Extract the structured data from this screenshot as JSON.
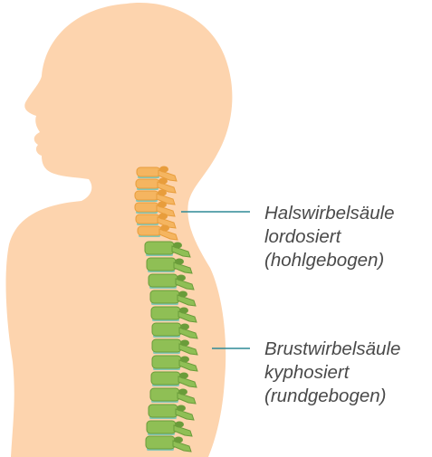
{
  "colors": {
    "background": "#ffffff",
    "skin": "#fdd4ae",
    "cervical_vertebrae": "#f5b560",
    "cervical_vertebrae_dark": "#e89d3c",
    "thoracic_vertebrae": "#8fbf55",
    "thoracic_vertebrae_dark": "#6a9c3a",
    "intervertebral_disc": "#6fc4b8",
    "leader_line": "#2e8a96",
    "label_text": "#4a4a4a"
  },
  "labels": {
    "cervical": {
      "line1": "Halswirbelsäule",
      "line2": "lordosiert",
      "line3": "(hohlgebogen)"
    },
    "thoracic": {
      "line1": "Brustwirbelsäule",
      "line2": "kyphosiert",
      "line3": "(rundgebogen)"
    }
  },
  "icons": {
    "figure": "human-silhouette-with-spine-icon"
  }
}
